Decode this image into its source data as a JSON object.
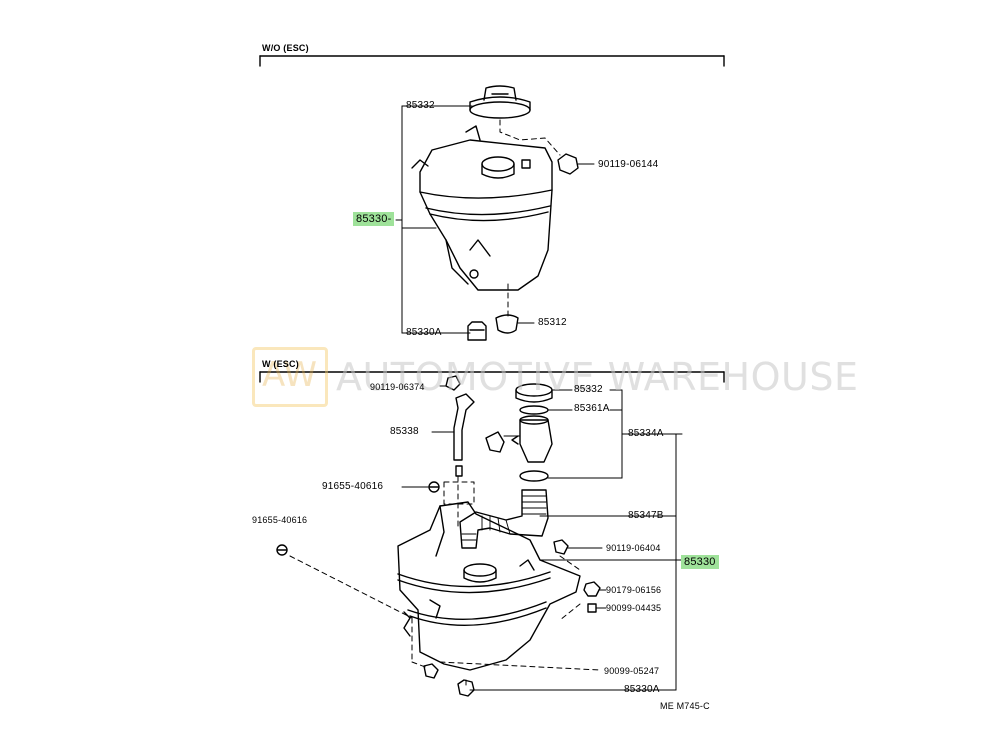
{
  "sections": {
    "top_title": "W/O (ESC)",
    "bottom_title": "W (ESC)"
  },
  "watermark": {
    "logo": "AW",
    "text": "AUTOMOTIVE WAREHOUSE"
  },
  "top_labels": {
    "cap": "85332",
    "tank": "85330-",
    "drain": "85330A",
    "bolt": "90119-06144",
    "grommet": "85312"
  },
  "bottom_labels": {
    "bolt_top": "90119-06374",
    "tube": "85338",
    "clip_left": "91655-40616",
    "clip_far": "91655-40616",
    "cap": "85332",
    "gasket": "85361A",
    "filler": "85334A",
    "hose": "85347B",
    "bolt_side": "90119-06404",
    "tank": "85330",
    "nut": "90179-06156",
    "screw": "90099-04435",
    "bottom_screw": "90099-05247",
    "drain": "85330A",
    "code": "ME M745-C"
  },
  "highlight_color": "#9fe29a"
}
